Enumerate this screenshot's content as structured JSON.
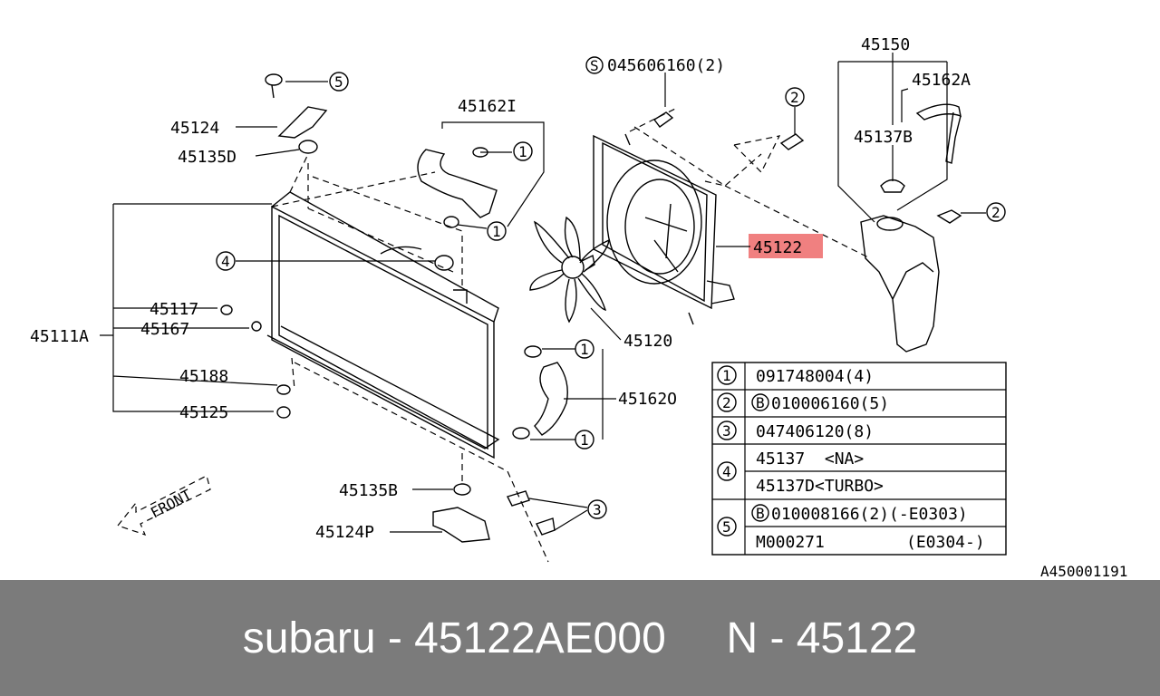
{
  "colors": {
    "highlight": "#f08080",
    "banner_bg": "#7b7b7b",
    "banner_text": "#ffffff"
  },
  "labels": {
    "p45150": "45150",
    "p45162A": "45162A",
    "p45137B": "45137B",
    "p045606160": "045606160(2)",
    "p45162I": "45162I",
    "p45124": "45124",
    "p45135D": "45135D",
    "p45122": "45122",
    "p45117": "45117",
    "p45167": "45167",
    "p45111A": "45111A",
    "p45188": "45188",
    "p45125": "45125",
    "p45120": "45120",
    "p45162O": "45162O",
    "p45135B": "45135B",
    "p45124P": "45124P",
    "front": "FRONT",
    "ref_code": "A450001191"
  },
  "markers": {
    "s": "S",
    "n1": "1",
    "n2": "2",
    "n3": "3",
    "n4": "4",
    "n5": "5",
    "b": "B"
  },
  "table": {
    "r1": {
      "num": "1",
      "text": "091748004(4)"
    },
    "r2": {
      "num": "2",
      "text": "010006160(5)"
    },
    "r3": {
      "num": "3",
      "text": "047406120(8)"
    },
    "r4": {
      "num": "4",
      "a": "45137  <NA>",
      "b": "45137D<TURBO>"
    },
    "r5": {
      "num": "5",
      "a": "010008166(2)(-E0303)",
      "b_left": "M000271",
      "b_right": "(E0304-)"
    }
  },
  "banner": {
    "text": "subaru - 45122AE000     N - 45122"
  }
}
